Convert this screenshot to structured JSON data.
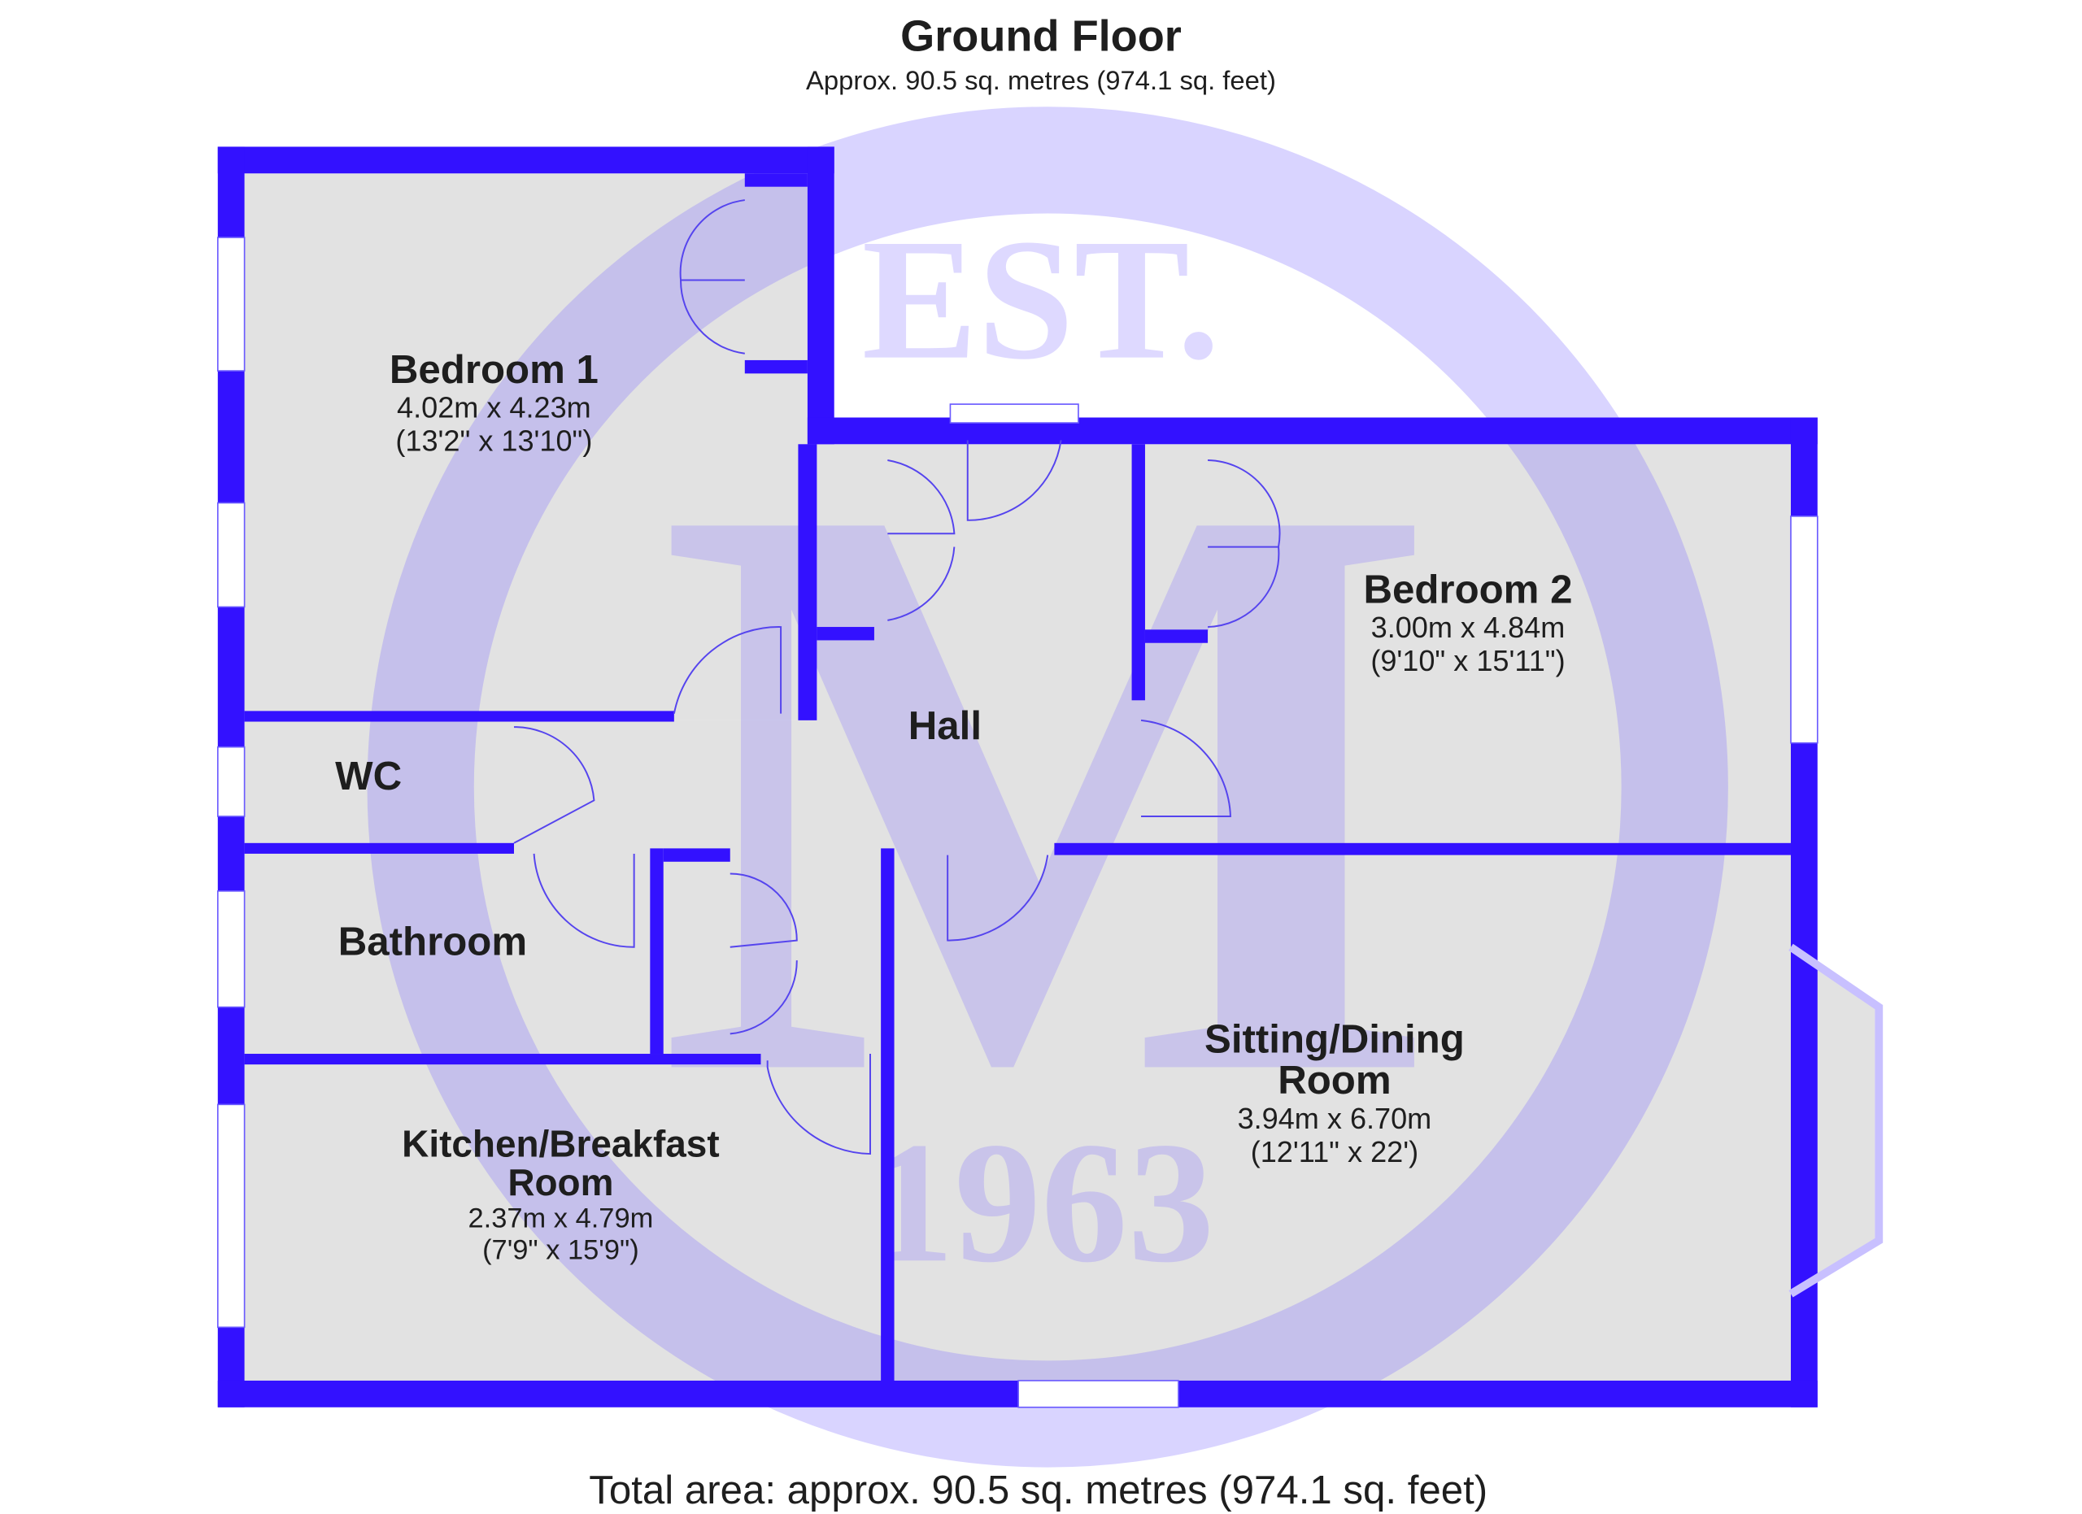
{
  "header": {
    "title": "Ground Floor",
    "subtitle": "Approx. 90.5 sq. metres (974.1 sq. feet)"
  },
  "footer": {
    "total": "Total area: approx. 90.5 sq. metres (974.1 sq. feet)"
  },
  "watermark": {
    "top": "EST.",
    "letter": "M",
    "year": "1963"
  },
  "rooms": [
    {
      "name": "Bedroom 1",
      "metric": "4.02m x 4.23m",
      "imperial": "(13'2\" x 13'10\")"
    },
    {
      "name": "Bedroom 2",
      "metric": "3.00m x 4.84m",
      "imperial": "(9'10\" x 15'11\")"
    },
    {
      "name": "Hall"
    },
    {
      "name": "WC"
    },
    {
      "name": "Bathroom"
    },
    {
      "name_line1": "Sitting/Dining",
      "name_line2": "Room",
      "metric": "3.94m x 6.70m",
      "imperial": "(12'11\" x 22')"
    },
    {
      "name_line1": "Kitchen/Breakfast",
      "name_line2": "Room",
      "metric": "2.37m x 4.79m",
      "imperial": "(7'9\" x 15'9\")"
    }
  ],
  "colors": {
    "wall": "#3311ff",
    "floor": "#e4e4e4",
    "watermark": "#8a78ff"
  }
}
